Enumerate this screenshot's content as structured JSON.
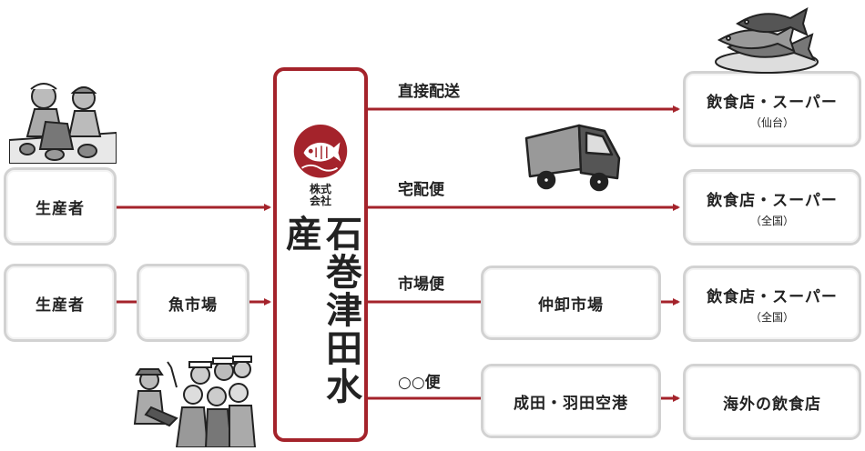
{
  "company": {
    "kabushiki": "株式",
    "kaisha": "会社",
    "name": "石巻津田水産",
    "brand_color": "#a4232b"
  },
  "sources": [
    {
      "label": "生産者"
    },
    {
      "label": "生産者"
    },
    {
      "label": "魚市場"
    }
  ],
  "routes": [
    {
      "label": "直接配送",
      "dest_main": "飲食店・スーパー",
      "dest_sub": "（仙台）"
    },
    {
      "label": "宅配便",
      "dest_main": "飲食店・スーパー",
      "dest_sub": "（全国）"
    },
    {
      "label": "市場便",
      "via": "仲卸市場",
      "dest_main": "飲食店・スーパー",
      "dest_sub": "（全国）"
    },
    {
      "label": "○○便",
      "via": "成田・羽田空港",
      "dest_main": "海外の飲食店"
    }
  ],
  "colors": {
    "arrow": "#a4232b",
    "box_border": "#d2d2d2"
  },
  "icons": [
    "fishermen-icon",
    "fish-pile-icon",
    "truck-icon",
    "market-workers-icon",
    "sea-bream-logo-icon"
  ]
}
